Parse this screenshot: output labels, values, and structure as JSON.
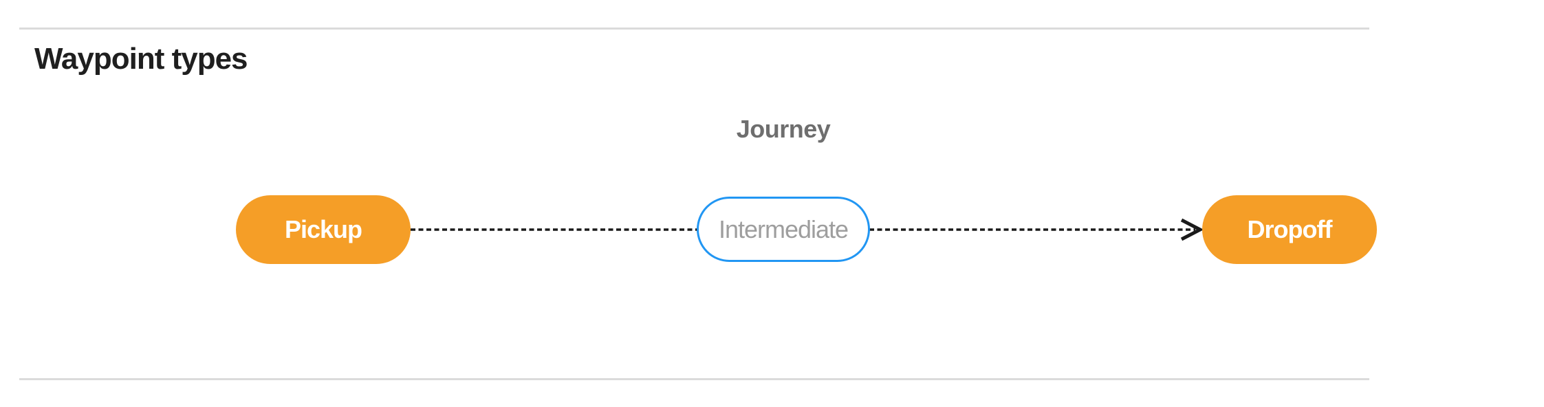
{
  "section": {
    "title": "Waypoint types"
  },
  "diagram": {
    "title": "Journey",
    "nodes": [
      {
        "id": "pickup",
        "label": "Pickup",
        "style": "filled-orange"
      },
      {
        "id": "intermediate",
        "label": "Intermediate",
        "style": "outlined-blue"
      },
      {
        "id": "dropoff",
        "label": "Dropoff",
        "style": "filled-orange"
      }
    ],
    "edges": [
      {
        "from": "pickup",
        "to": "dropoff",
        "via": [
          "intermediate"
        ],
        "line_style": "dashed",
        "arrow": "end",
        "direction": "left-to-right"
      }
    ]
  },
  "colors": {
    "node_fill_orange": "#F59E27",
    "node_outline_blue": "#2196F3",
    "node_text_white": "#FFFFFF",
    "node_text_gray": "#9E9E9E",
    "journey_label_gray": "#6E6E6E",
    "heading_text": "#1F1F1F",
    "connector_black": "#1A1A1A",
    "divider_gray": "#DBDBDB",
    "background": "#FFFFFF"
  }
}
